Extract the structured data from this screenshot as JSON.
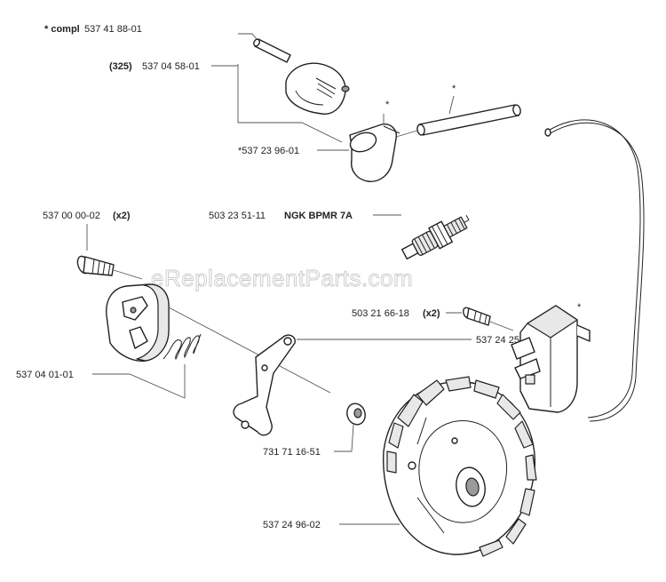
{
  "watermark": "eReplacementParts.com",
  "labels": {
    "compl": {
      "prefix": "* compl",
      "number": "537 41 88-01"
    },
    "ignition_cap": {
      "qty": "(325)",
      "number": "537 04 58-01"
    },
    "spark_cap": {
      "number": "*537 23 96-01"
    },
    "screw_x2": {
      "number": "537 00 00-02",
      "qty": "(x2)"
    },
    "spark_plug": {
      "number": "503 23 51-11",
      "desc": "NGK BPMR 7A"
    },
    "module_screw": {
      "number": "503 21 66-18",
      "qty": "(x2)"
    },
    "pawl": {
      "number": "537 24 25-01"
    },
    "clutch": {
      "number": "537 04 01-01"
    },
    "washer": {
      "number": "731 71 16-51"
    },
    "flywheel": {
      "number": "537 24 96-02"
    }
  },
  "asterisks": [
    "*",
    "*",
    "*"
  ]
}
